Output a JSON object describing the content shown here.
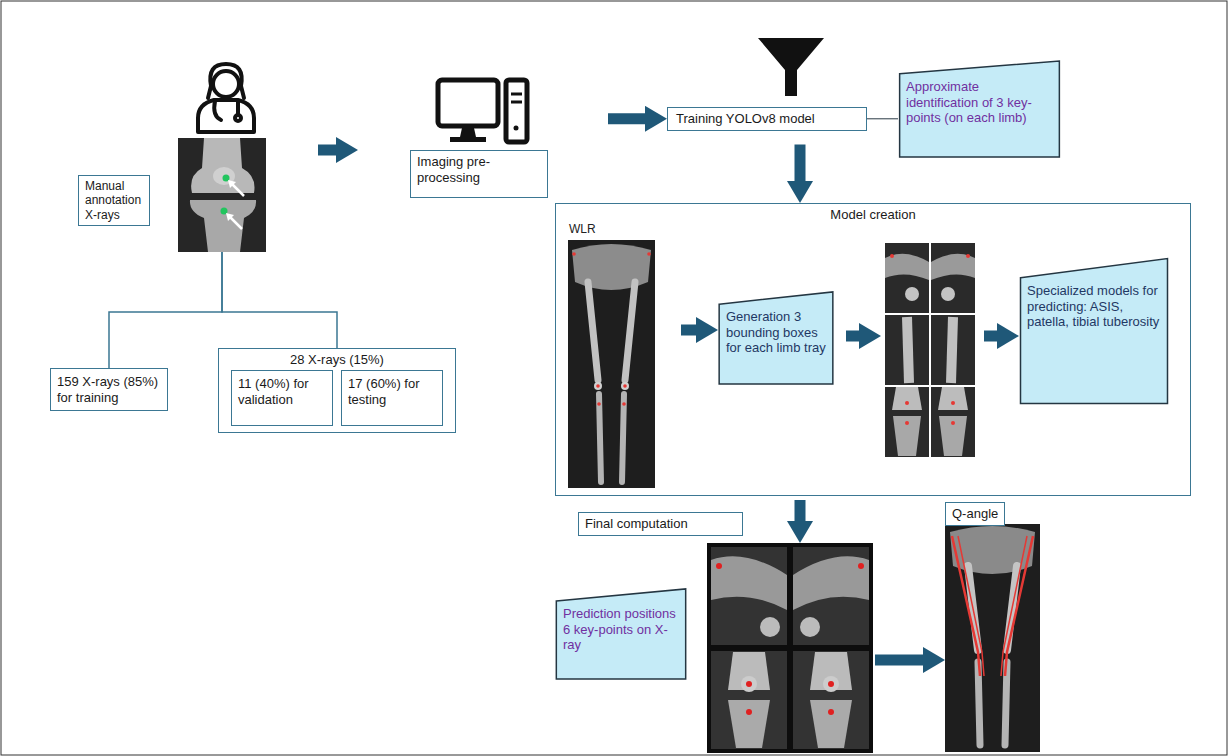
{
  "diagram": {
    "nodes": [
      {
        "text": [
          "Manual annotation X-rays"
        ]
      },
      {
        "text": [
          "159 X-rays (85%) for training"
        ]
      },
      {
        "text": [
          "28 X-rays (15%)"
        ]
      },
      {
        "text": [
          "11 (40%) for validation"
        ],
        "in": 2
      },
      {
        "text": [
          "17 (60%) for testing"
        ],
        "in": 2
      },
      {
        "text": [
          "Imaging pre-processing"
        ]
      },
      {
        "text": [
          "Training YOLOv8 model"
        ]
      },
      {
        "text": [
          "Approximate identification of 3 key-points (on each limb)"
        ]
      },
      {
        "text": [
          "Model creation"
        ]
      },
      {
        "text": [
          "WLR"
        ],
        "in": 8
      },
      {
        "text": [
          "Generation 3 bounding boxes for each limb tray"
        ],
        "in": 8
      },
      {
        "text": [
          "Specialized models for predicting: ASIS, patella, tibial tuberosity"
        ],
        "in": 8
      },
      {
        "text": [
          "Final computation"
        ]
      },
      {
        "text": [
          "Prediction positions 6 key-points on X-ray"
        ]
      },
      {
        "text": [
          "Q-angle"
        ]
      }
    ],
    "edges": [
      {
        "from": 0,
        "to": 5,
        "arrow": "to"
      },
      {
        "from": 0,
        "to": 1,
        "arrow": "none"
      },
      {
        "from": 0,
        "to": 2,
        "arrow": "none"
      },
      {
        "from": 5,
        "to": 6,
        "arrow": "to"
      },
      {
        "from": 6,
        "to": 7,
        "arrow": "none"
      },
      {
        "from": 6,
        "to": 8,
        "arrow": "to"
      },
      {
        "from": 9,
        "to": 10,
        "arrow": "to"
      },
      {
        "from": 10,
        "to": 11,
        "arrow": "to"
      },
      {
        "from": 8,
        "to": 12,
        "arrow": "to"
      },
      {
        "from": 12,
        "to": 14,
        "arrow": "to"
      }
    ]
  }
}
